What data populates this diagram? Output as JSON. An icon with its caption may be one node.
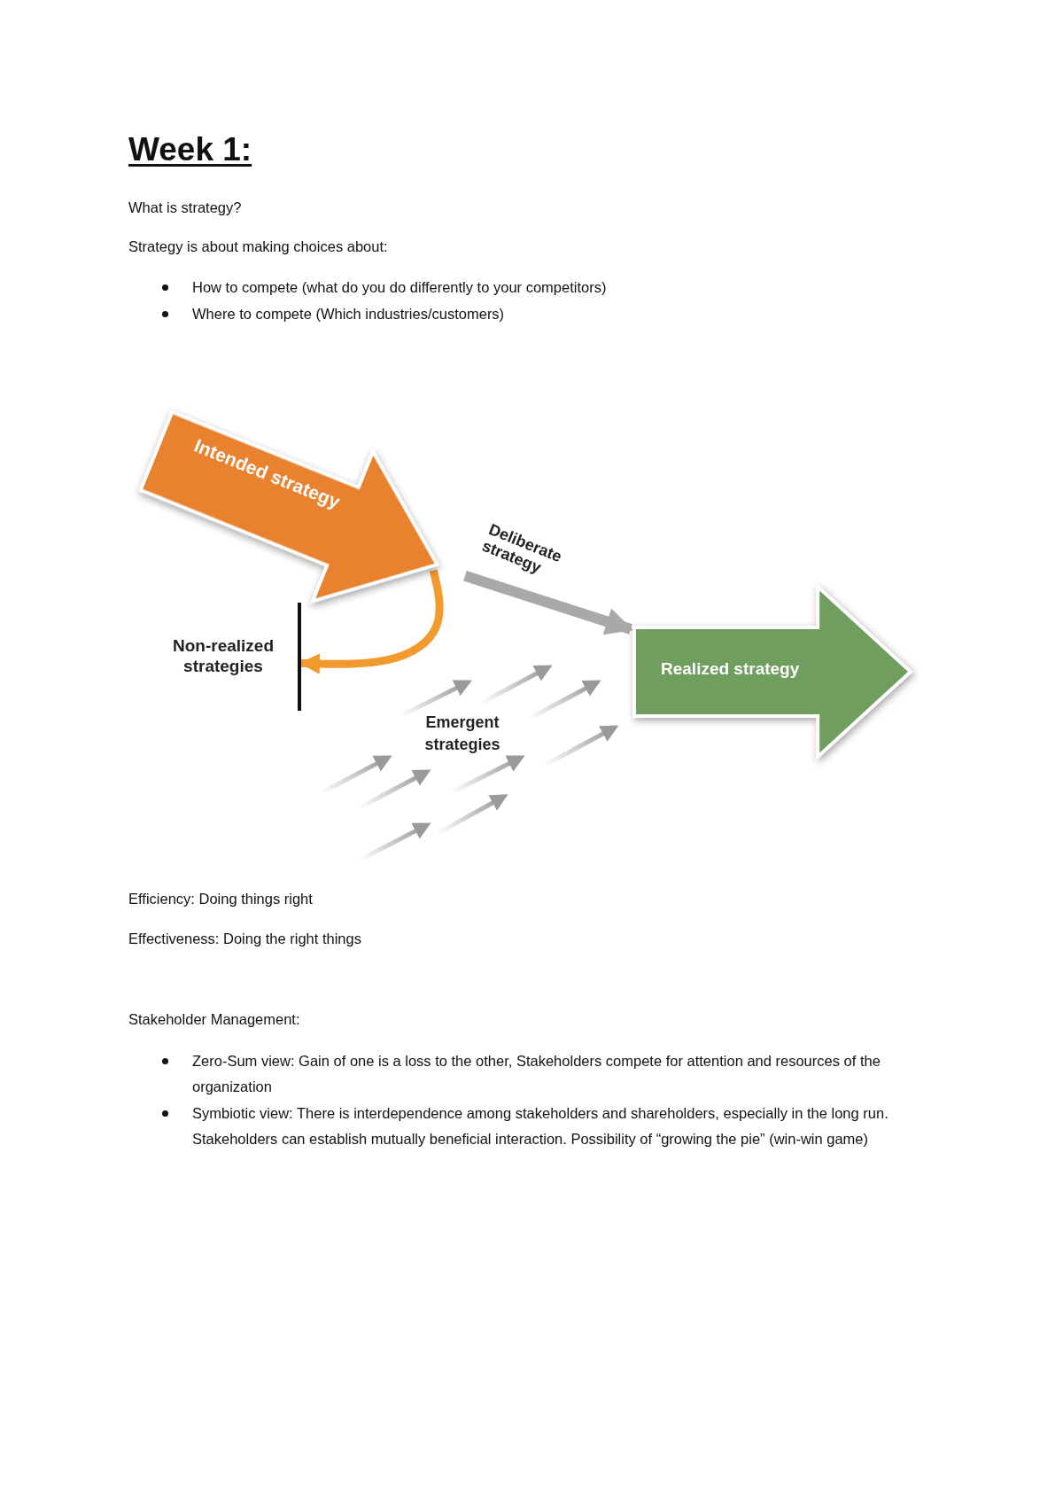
{
  "diagram": {
    "title": "Week 1:",
    "nodes": [
      {
        "text": [
          "Intended strategy"
        ]
      },
      {
        "text": [
          "Realized strategy"
        ]
      },
      {
        "text": [
          "Non-realized strategies"
        ]
      }
    ],
    "edges": [
      {
        "from": 0,
        "to": 1,
        "arrow": "to",
        "label": "Deliberate strategy",
        "color": "#a9a9a9"
      },
      {
        "from": 0,
        "to": 2,
        "arrow": "to",
        "color": "#f29a2e"
      }
    ],
    "labels": [
      "What is strategy?",
      "Strategy is about making choices about:",
      "How to compete (what do you do differently to your competitors)",
      "Where to compete (Which industries/customers)",
      "Emergent strategies",
      "Efficiency: Doing things right",
      "Effectiveness: Doing the right things",
      "Stakeholder Management:",
      "Zero-Sum view: Gain of one is a loss to the other, Stakeholders compete for attention and resources of the organization",
      "Symbiotic view: There is interdependence among stakeholders and shareholders, especially in the long run. Stakeholders can establish mutually beneficial interaction. Possibility of “growing the pie” (win-win game)"
    ]
  }
}
